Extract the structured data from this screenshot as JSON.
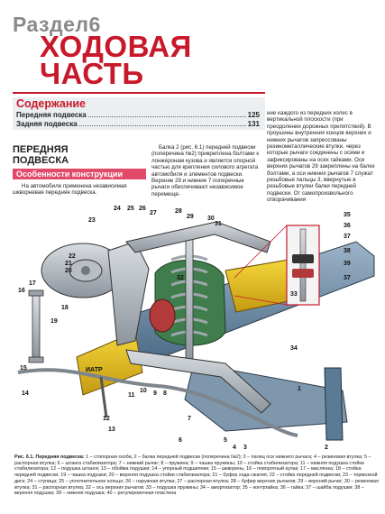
{
  "header": {
    "section_label": "Раздел6",
    "title_line_1": "ХОДОВАЯ",
    "title_line_2": "ЧАСТЬ"
  },
  "contents": {
    "heading": "Содержание",
    "items": [
      {
        "label": "Передняя подвеска",
        "page": "125"
      },
      {
        "label": "Задняя подвеска",
        "page": "131"
      }
    ]
  },
  "section": {
    "heading": "ПЕРЕДНЯЯ ПОДВЕСКА",
    "subheading": "Особенности конструкции",
    "intro": "На автомобиле применена независимая шкворневая передняя подвеска."
  },
  "body": {
    "col2": "Балка 2 (рис. 6.1) передней подвески (поперечина №2) прикреплена болтами к лонжеронам кузова и является опорной частью для крепления силового агрегата автомобиля и элементов подвески. Верхние 29 и нижние 7 поперечные рычаги обеспечивают независимое перемеще-",
    "col3": "ние каждого из передних колес в вертикальной плоскости (при преодолении дорожных препятствий). В проушины внутренних концов верхних и нижних рычагов запрессованы резинометаллические втулки, через которые рычаги соединены с осями и зафиксированы на осях гайками. Оси верхних рычагов 29 закреплены на балке болтами, а оси нижних рычагов 7 служат резьбовые пальцы 3, ввернутые в резьбовые втулки балки передней подвески. От самопроизвольного отворачивания"
  },
  "figure": {
    "callouts": [
      "23",
      "24",
      "25",
      "26",
      "27",
      "28",
      "29",
      "30",
      "31",
      "22",
      "21",
      "20",
      "19",
      "18",
      "17",
      "16",
      "15",
      "14",
      "13",
      "12",
      "11",
      "10",
      "9",
      "8",
      "7",
      "6",
      "5",
      "4",
      "3",
      "2",
      "1",
      "32",
      "33",
      "34",
      "35",
      "36",
      "37",
      "38",
      "39",
      "37"
    ],
    "caption_label": "Рис. 6.1. Передняя подвеска:",
    "caption_text": "1 – стопорная скоба; 2 – балка передней подвески (поперечина №2); 3 – палец оси нижнего рычага; 4 – резиновая втулка; 5 – распорная втулка; 6 – штанга стабилизатора; 7 – нижний рычаг; 8 – пружина; 9 – чашка пружины; 10 – стойка стабилизатора; 11 – нижняя подушка стойки стабилизатора; 12 – подушка штанги; 13 – обойма подушки; 14 – упорный подшипник; 15 – шкворень; 16 – поворотный кулак; 17 – маслёнка; 18 – стойка передней подвески; 19 – чашка подушки; 20 – верхняя подушка стойки стабилизатора; 21 – буфер хода сжатия; 22 – стойка передней подвески; 23 – тормозной диск; 24 – ступица; 25 – уплотнительное кольцо; 26 – наружная втулка; 27 – распорная втулка; 28 – буфер верхних рычагов; 29 – верхний рычаг; 30 – резиновая втулка; 31 – распорная втулка; 32 – ось верхних рычагов; 33 – подушка пружины; 34 – амортизатор; 35 – контргайка; 36 – гайка; 37 – шайба подушки; 38 – верхняя подушка; 39 – нижняя подушка; 40 – регулировочная пластина"
  }
}
